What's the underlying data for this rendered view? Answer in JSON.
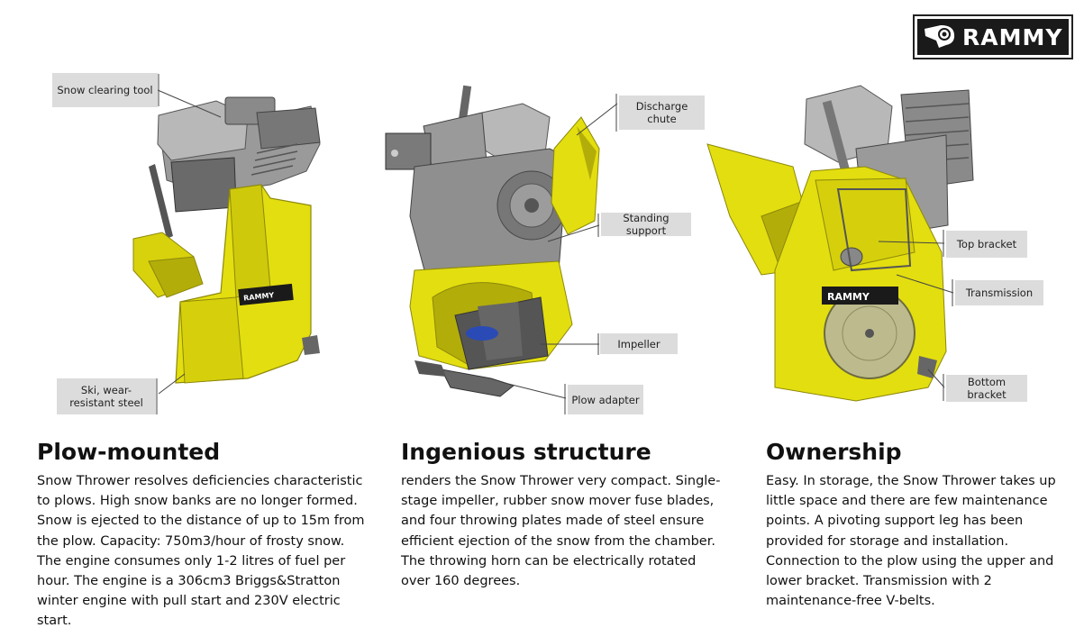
{
  "brand": {
    "name": "RAMMY",
    "logo_icon": "ram-head-icon"
  },
  "labels": {
    "snow_clearing_tool": "Snow clearing tool",
    "ski": "Ski, wear-resistant steel",
    "discharge_chute": "Discharge chute",
    "standing_support": "Standing support",
    "impeller": "Impeller",
    "plow_adapter": "Plow adapter",
    "top_bracket": "Top bracket",
    "transmission": "Transmission",
    "bottom_bracket": "Bottom bracket"
  },
  "decal_text": "RAMMY",
  "sections": [
    {
      "title": "Plow-mounted",
      "body": "Snow Thrower resolves deficiencies characteristic to plows. High snow banks are no longer formed. Snow is ejected to the distance of up to 15m from the plow. Capacity: 750m3/hour of frosty snow. The engine consumes only 1-2 litres of fuel per hour. The engine is a 306cm3 Briggs&Stratton winter engine with pull start and 230V electric start."
    },
    {
      "title": "Ingenious structure",
      "body": "renders the Snow Thrower very compact. Single-stage impeller, rubber snow mover fuse blades, and four throwing plates made of steel ensure efficient ejection of the snow from the chamber. The throwing horn can be electrically rotated over 160 degrees."
    },
    {
      "title": "Ownership",
      "body": "Easy. In storage, the Snow Thrower takes up little space and there are few maintenance points. A pivoting support leg has been provided for storage and installation. Connection to the plow using the upper and lower bracket. Transmission with 2 maintenance-free V-belts."
    }
  ],
  "colors": {
    "yellow": "#e3de0f",
    "yellow_dark": "#b3ad0a",
    "grey": "#a9a9a9",
    "grey_dark": "#6f6f6f",
    "label_bg": "#dcdcdc"
  }
}
